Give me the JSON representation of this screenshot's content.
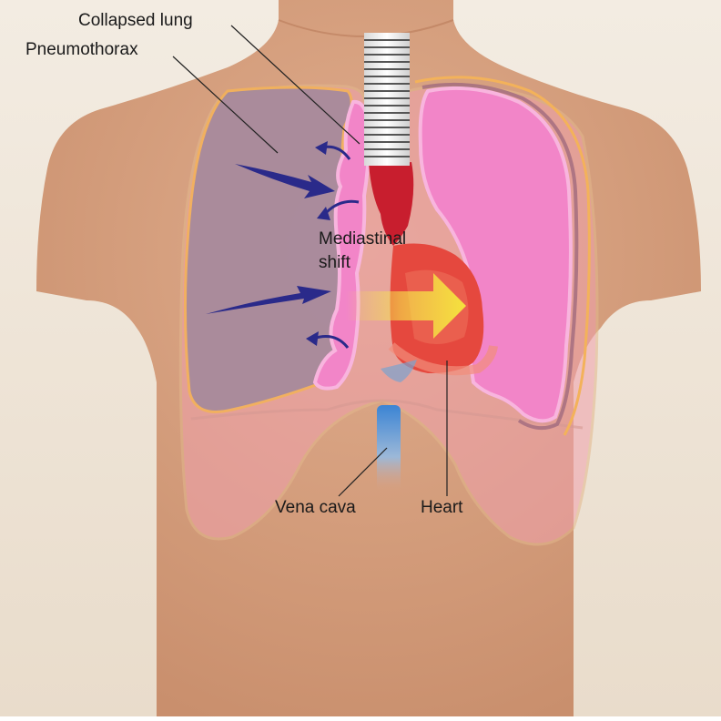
{
  "labels": {
    "collapsed_lung": "Collapsed lung",
    "pneumothorax": "Pneumothorax",
    "mediastinal_line1": "Mediastinal",
    "mediastinal_line2": "shift",
    "vena_cava": "Vena cava",
    "heart": "Heart"
  },
  "colors": {
    "background": "#f1e6d6",
    "skin": "#d7a17f",
    "lung_pink": "#f07ac0",
    "pneumothorax_fill": "#a4899c",
    "pressure_arrow": "#2a2a8a",
    "shift_arrow": "#f6e64a",
    "heart_red": "#e5483e",
    "trachea_red": "#c81e2e",
    "vena_cava_blue": "#4a8fd6",
    "outline_orange": "#f3b25a"
  }
}
